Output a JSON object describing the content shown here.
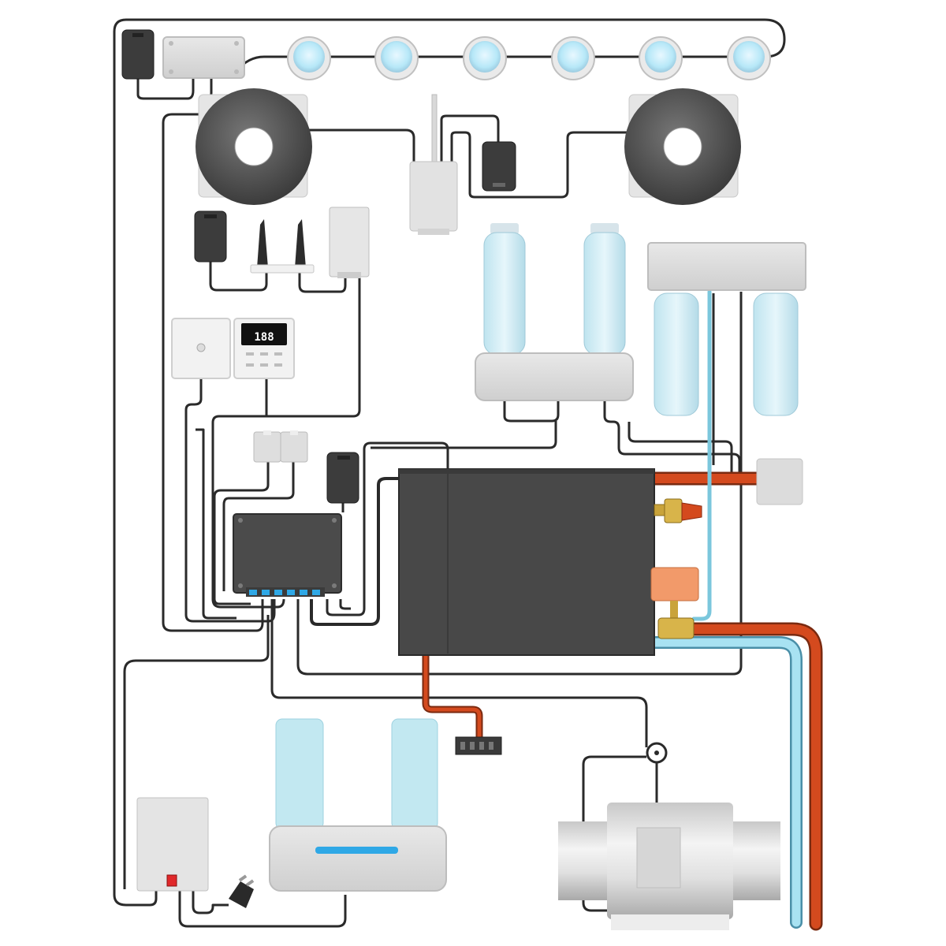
{
  "diagram": {
    "thermostat_display": "188",
    "colors": {
      "cable": "#2a2a2a",
      "hot_pipe": "#d44a1e",
      "cold_pipe": "#8fd3e6",
      "device_dark": "#4a4a4a",
      "device_light": "#e3e3e3",
      "light_fixture": "#c9eefa",
      "accent_led": "#2fa8e6",
      "valve_actuator": "#f29a6a",
      "brass": "#c9a33a",
      "switch_red": "#e0282a"
    },
    "components": [
      {
        "id": "ceiling-lights",
        "icon": "recessed-light-icon",
        "count": 6
      },
      {
        "id": "speakers",
        "icon": "ceiling-speaker-icon",
        "count": 2
      },
      {
        "id": "wifi-router",
        "icon": "router-icon"
      },
      {
        "id": "wall-panels",
        "icon": "wall-switch-icon"
      },
      {
        "id": "sensors",
        "icon": "sensor-icon",
        "count": 2
      },
      {
        "id": "control-box",
        "icon": "control-box-icon"
      },
      {
        "id": "steam-generator",
        "icon": "steam-generator-icon"
      },
      {
        "id": "scent-bottles",
        "icon": "bottle-icon",
        "count": 4
      },
      {
        "id": "water-treatment",
        "icon": "filter-cartridge-icon",
        "count": 2
      },
      {
        "id": "exhaust-fan",
        "icon": "inline-duct-fan-icon"
      },
      {
        "id": "power-plug",
        "icon": "power-plug-icon"
      }
    ]
  }
}
